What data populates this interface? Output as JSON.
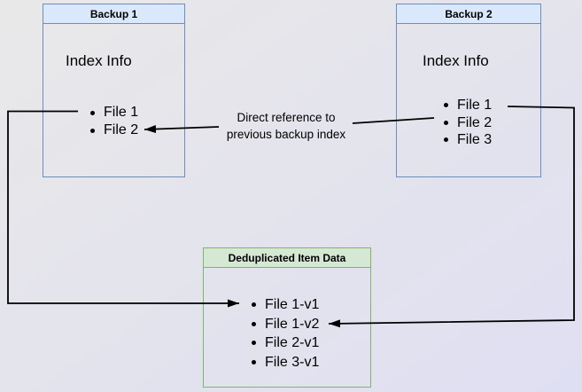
{
  "diagram": {
    "backup1": {
      "title": "Backup 1",
      "body_label": "Index Info",
      "items": [
        "File 1",
        "File 2"
      ]
    },
    "backup2": {
      "title": "Backup 2",
      "body_label": "Index Info",
      "items": [
        "File 1",
        "File 2",
        "File 3"
      ]
    },
    "dedup": {
      "title": "Deduplicated Item Data",
      "items": [
        "File 1-v1",
        "File 1-v2",
        "File 2-v1",
        "File 3-v1"
      ]
    },
    "annotation": {
      "line1": "Direct reference to",
      "line2": "previous backup index"
    },
    "colors": {
      "blue_header_fill": "#dae8fc",
      "blue_border": "#6c8ebf",
      "green_header_fill": "#d5e8d4",
      "green_border": "#82b366",
      "line": "#000000",
      "background_start": "#e9e8e9",
      "background_end": "#dfdff3"
    }
  }
}
